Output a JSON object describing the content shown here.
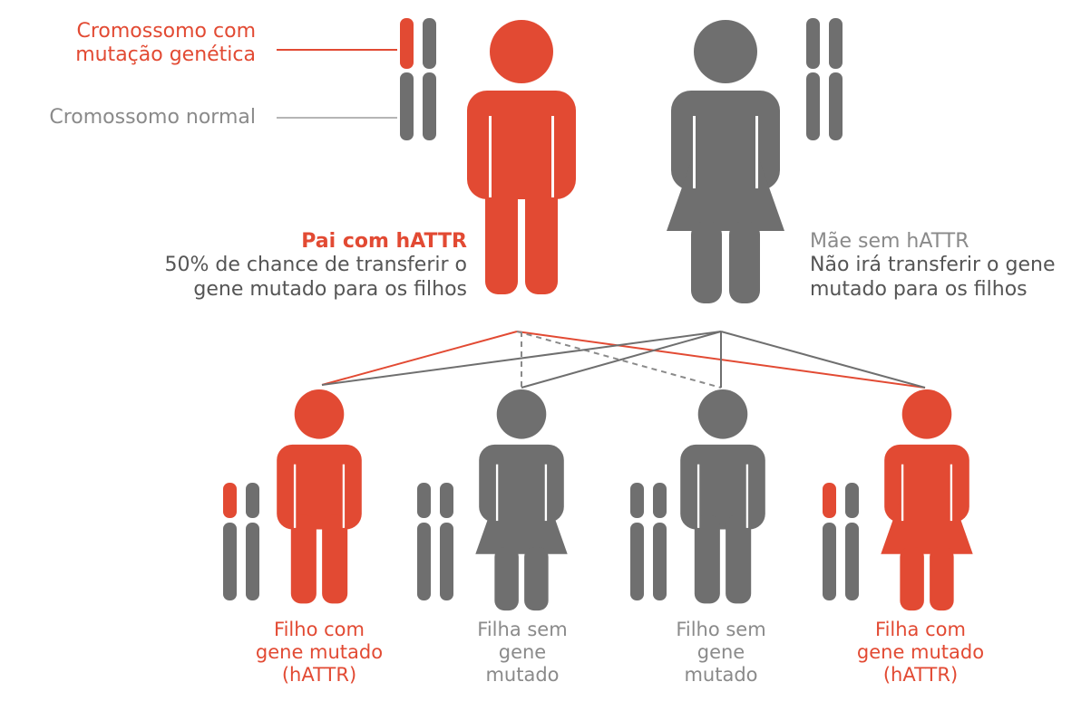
{
  "colors": {
    "affected": "#e24a33",
    "unaffected": "#6f6f6f",
    "legend_normal_text": "#8a8a8a"
  },
  "legend": {
    "mutated_chromosome_label": [
      "Cromossomo com",
      "mutação genética"
    ],
    "normal_chromosome_label": "Cromossomo normal"
  },
  "parents": {
    "father": {
      "lines": [
        "Pai com hATTR",
        "50% de chance de transferir o",
        "gene mutado para os filhos"
      ],
      "affected": true,
      "icon": "male-person-icon"
    },
    "mother": {
      "lines": [
        "Mãe sem hATTR",
        "Não irá transferir o gene",
        "mutado para os filhos"
      ],
      "affected": false,
      "icon": "female-person-icon"
    }
  },
  "children": [
    {
      "lines": [
        "Filho com",
        "gene mutado",
        "(hATTR)"
      ],
      "affected": true,
      "icon": "male-person-icon"
    },
    {
      "lines": [
        "Filha sem",
        "gene",
        "mutado"
      ],
      "affected": false,
      "icon": "female-person-icon"
    },
    {
      "lines": [
        "Filho sem",
        "gene",
        "mutado"
      ],
      "affected": false,
      "icon": "male-person-icon"
    },
    {
      "lines": [
        "Filha com",
        "gene mutado",
        "(hATTR)"
      ],
      "affected": true,
      "icon": "female-person-icon"
    }
  ]
}
